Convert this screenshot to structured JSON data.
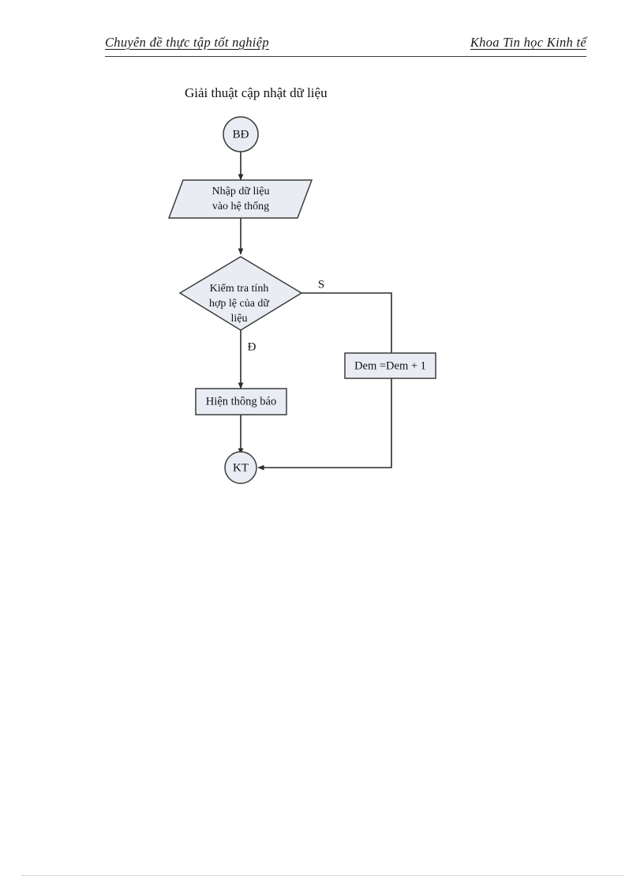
{
  "header": {
    "left_text": "Chuyên đề thực tập tốt nghiệp",
    "right_text": "Khoa Tin học Kinh tế"
  },
  "figure": {
    "title": "Giải thuật cập nhật dữ liệu"
  },
  "chart_data": {
    "type": "diagram",
    "diagram_kind": "flowchart",
    "title": "Giải thuật cập nhật dữ liệu",
    "fill_color": "#e9edf3",
    "stroke_color": "#3c3c3c",
    "nodes": [
      {
        "id": "start",
        "shape": "circle",
        "label": "BĐ"
      },
      {
        "id": "input",
        "shape": "parallelogram",
        "label_line1": "Nhập dữ liệu",
        "label_line2": "vào hệ thống"
      },
      {
        "id": "decision",
        "shape": "diamond",
        "label_line1": "Kiểm tra tính",
        "label_line2": "hợp lệ của dữ",
        "label_line3": "liệu"
      },
      {
        "id": "counter",
        "shape": "rectangle",
        "label": "Dem =Dem + 1"
      },
      {
        "id": "message",
        "shape": "rectangle",
        "label": "Hiện thông báo"
      },
      {
        "id": "end",
        "shape": "circle",
        "label": "KT"
      }
    ],
    "edges": [
      {
        "from": "start",
        "to": "input",
        "label": ""
      },
      {
        "from": "input",
        "to": "decision",
        "label": ""
      },
      {
        "from": "decision",
        "to": "message",
        "label": "Đ"
      },
      {
        "from": "decision",
        "to": "counter",
        "label": "S"
      },
      {
        "from": "counter",
        "to": "end",
        "label": ""
      },
      {
        "from": "message",
        "to": "end",
        "label": ""
      }
    ],
    "branch_labels": {
      "true": "Đ",
      "false": "S"
    }
  }
}
